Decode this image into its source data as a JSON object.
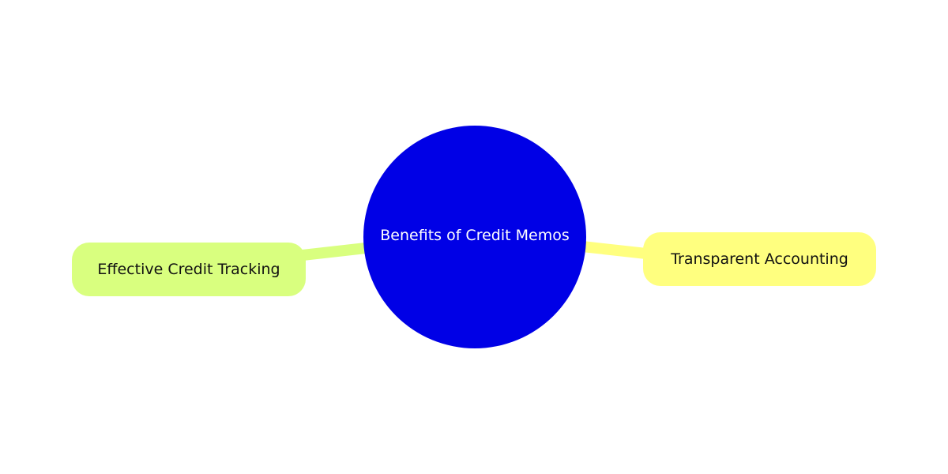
{
  "diagram": {
    "center": {
      "label": "Benefits of Credit Memos",
      "color": "#0000e6",
      "text_color": "#ffffff"
    },
    "branches": [
      {
        "id": "left",
        "label": "Effective Credit Tracking",
        "color": "#d9ff7f",
        "connector_color": "#d9ff7f"
      },
      {
        "id": "right",
        "label": "Transparent Accounting",
        "color": "#ffff7f",
        "connector_color": "#ffff7f"
      }
    ]
  }
}
